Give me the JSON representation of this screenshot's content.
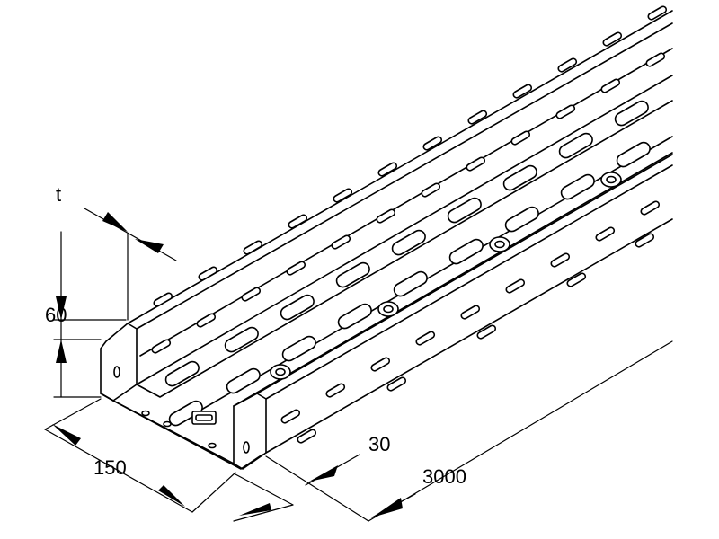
{
  "dimensions": {
    "thickness": "t",
    "height": "60",
    "width": "150",
    "side_offset": "30",
    "length": "3000"
  }
}
